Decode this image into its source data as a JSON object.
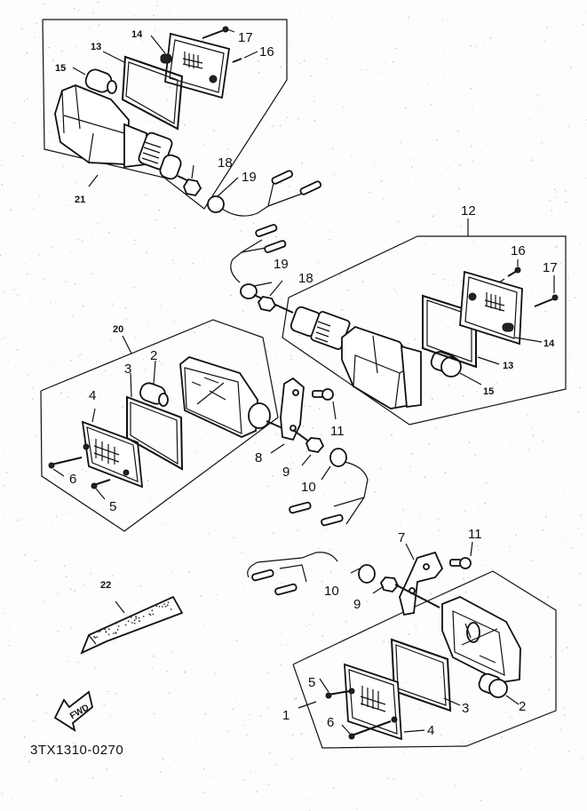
{
  "diagram": {
    "title": "Flasher light assembly exploded view",
    "drawing_code": "3TX1310-0270",
    "direction_badge": "FWD",
    "colors": {
      "ink": "#111111",
      "paper": "#fdfdfb"
    }
  },
  "callouts": {
    "front_right": {
      "assembly": "21",
      "lens_gasket": "13",
      "lens": "14",
      "bulb": "15",
      "screw_short": "16",
      "screw_long": "17",
      "nut": "18",
      "grommet": "19"
    },
    "front_left": {
      "assembly": "12",
      "screw_short": "16",
      "screw_long": "17",
      "grommet": "19",
      "nut": "18",
      "lens": "14",
      "lens_gasket": "13",
      "bulb": "15"
    },
    "rear_left": {
      "assembly": "20",
      "bulb": "2",
      "lens_gasket": "3",
      "lens": "4",
      "screw_short": "5",
      "screw_long": "6",
      "stay": "8",
      "nut": "9",
      "grommet": "10",
      "bolt": "11"
    },
    "rear_right": {
      "assembly": "1",
      "stay": "7",
      "bolt": "11",
      "grommet": "10",
      "nut": "9",
      "screw_short": "5",
      "screw_long": "6",
      "lens": "4",
      "lens_gasket": "3",
      "bulb": "2"
    },
    "misc": {
      "reflector_tape": "22"
    }
  }
}
